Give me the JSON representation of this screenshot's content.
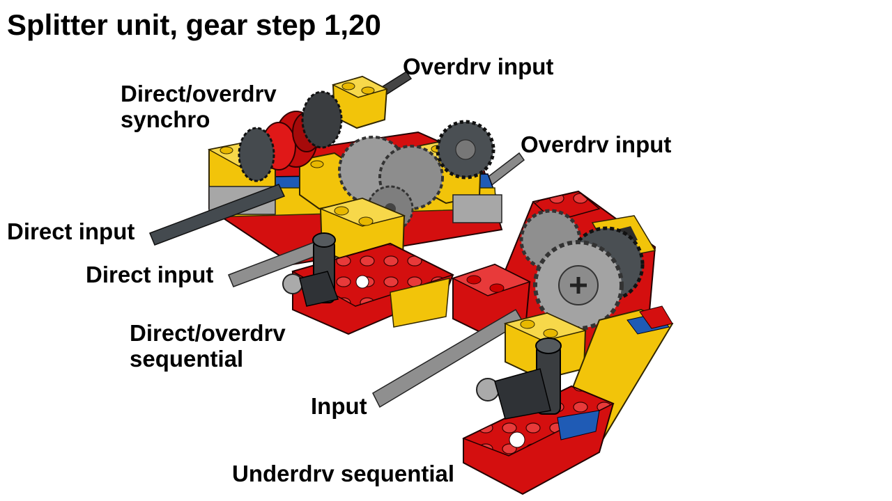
{
  "title": "Splitter unit, gear step 1,20",
  "labels": {
    "overdrv_input_top": "Overdrv input",
    "synchro_line1": "Direct/overdrv",
    "synchro_line2": "synchro",
    "overdrv_input_right": "Overdrv input",
    "direct_input_1": "Direct input",
    "direct_input_2": "Direct input",
    "sequential_line1": "Direct/overdrv",
    "sequential_line2": "sequential",
    "input": "Input",
    "underdrv_sequential": "Underdrv sequential"
  },
  "colors": {
    "lego_red": "#d40f0f",
    "lego_yellow": "#f2c40a",
    "lego_blue": "#1f5bb5",
    "lego_grey": "#9a9a9a",
    "lego_dark": "#3a3d40"
  }
}
